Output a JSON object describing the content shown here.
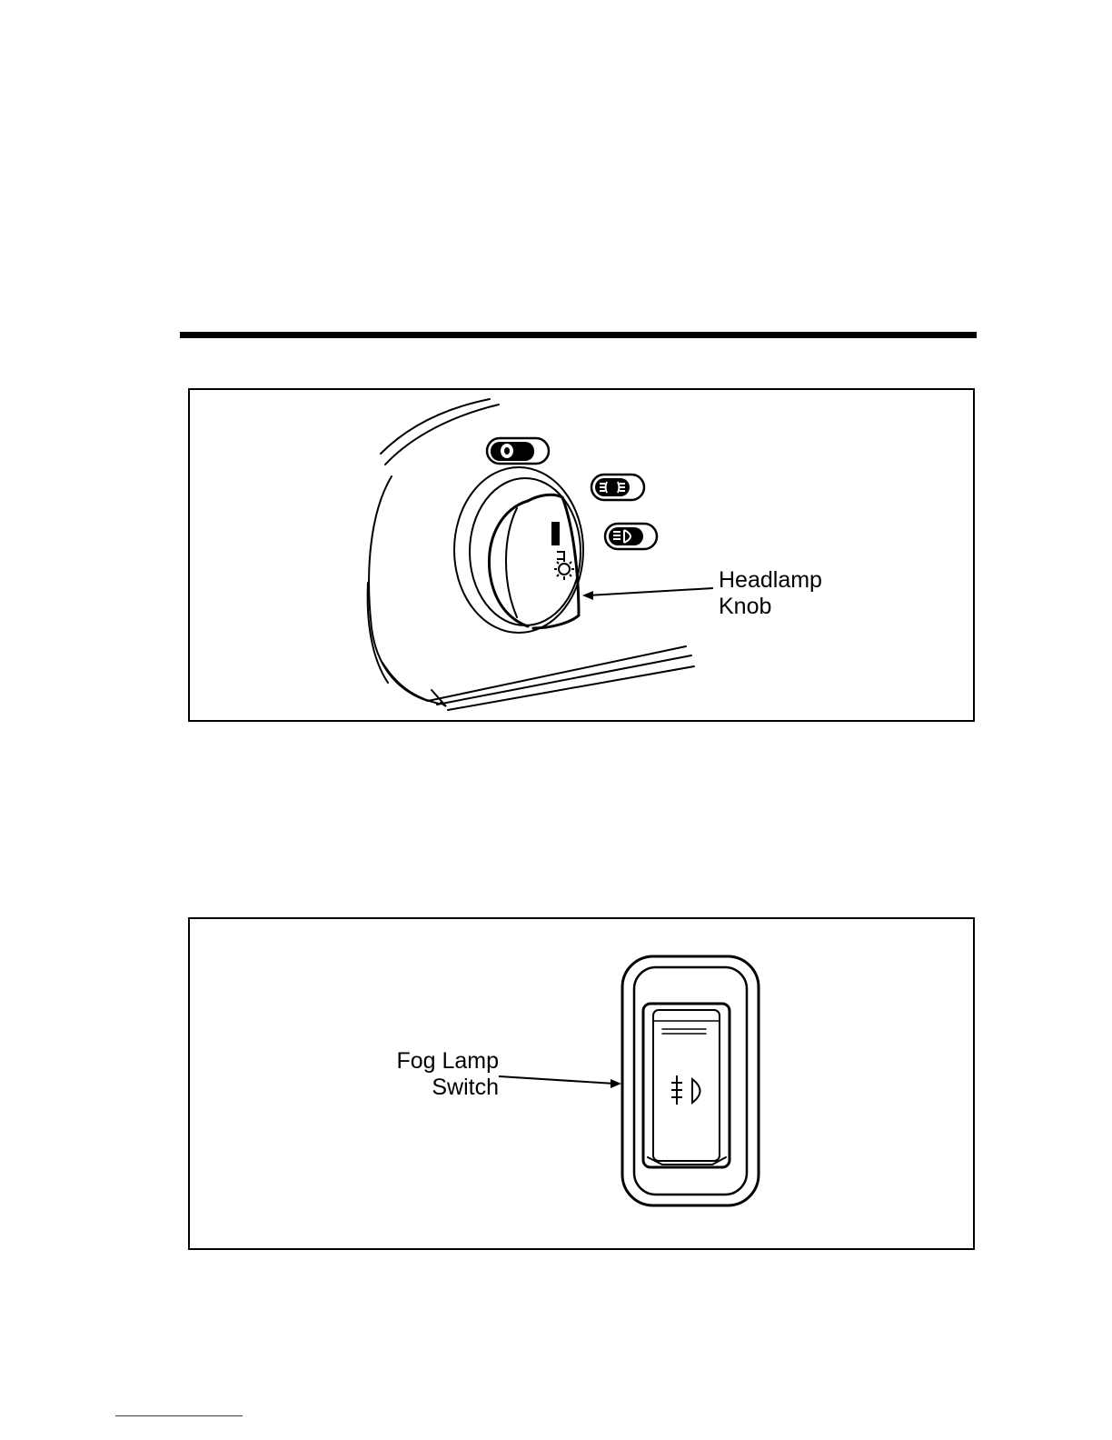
{
  "figures": {
    "headlamp": {
      "label_line1": "Headlamp",
      "label_line2": "Knob"
    },
    "fog": {
      "label_line1": "Fog Lamp",
      "label_line2": "Switch"
    }
  },
  "icons": {
    "off": "off-icon",
    "parking": "parking-lamp-icon",
    "fog": "fog-lamp-icon",
    "headlamp_on": "headlamp-icon",
    "panel_dimmer": "panel-light-icon"
  },
  "colors": {
    "ink": "#000000",
    "paper": "#ffffff",
    "footer_line": "#2a2ad8"
  }
}
